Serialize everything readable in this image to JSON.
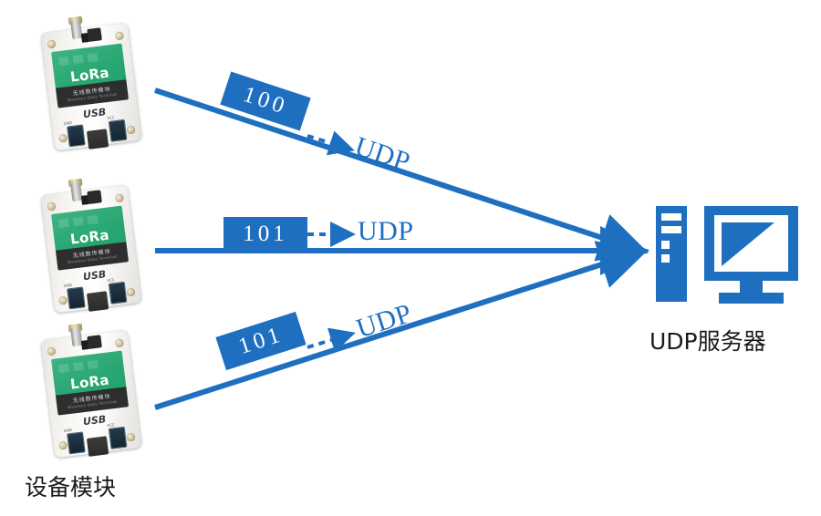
{
  "diagram": {
    "title_device_group": "设备模块",
    "server_label": "UDP服务器",
    "accent_color": "#1f6fc0",
    "module_green": "#2aa873",
    "flows": [
      {
        "id": "flow-top",
        "packet": "100",
        "protocol": "UDP",
        "direction": "device-to-server"
      },
      {
        "id": "flow-middle",
        "packet": "101",
        "protocol": "UDP",
        "direction": "device-to-server"
      },
      {
        "id": "flow-bottom",
        "packet": "101",
        "protocol": "UDP",
        "direction": "device-to-server"
      }
    ],
    "module": {
      "brand": "LoRa",
      "subtitle_cn": "无线数传模块",
      "subtitle_en": "Wireless Data Terminal",
      "port_label": "USB",
      "pin_label_left": "GND",
      "pin_label_right": "VCC"
    },
    "icons": {
      "server_tower": "server-tower-icon",
      "monitor": "monitor-icon",
      "arrow": "arrow-head-icon",
      "dashed_arrow": "dashed-arrow-icon"
    }
  }
}
